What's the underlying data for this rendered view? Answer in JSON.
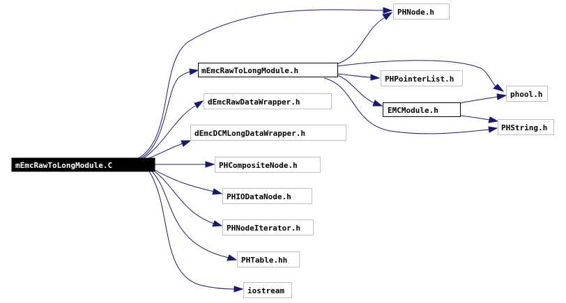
{
  "diagram": {
    "colors": {
      "edge": "#191970",
      "root_fill": "#000000",
      "root_text": "#ffffff",
      "node_border_grey": "#bfbfbf",
      "node_border_black": "#000000"
    },
    "nodes": [
      {
        "id": "root",
        "label": "mEmcRawToLongModule.C",
        "style": "root"
      },
      {
        "id": "phnode",
        "label": "PHNode.h",
        "style": "grey"
      },
      {
        "id": "memcraw",
        "label": "mEmcRawToLongModule.h",
        "style": "black"
      },
      {
        "id": "phpointerlist",
        "label": "PHPointerList.h",
        "style": "grey"
      },
      {
        "id": "phool",
        "label": "phool.h",
        "style": "grey"
      },
      {
        "id": "demcrawdata",
        "label": "dEmcRawDataWrapper.h",
        "style": "grey"
      },
      {
        "id": "emcmodule",
        "label": "EMCModule.h",
        "style": "black"
      },
      {
        "id": "phstring",
        "label": "PHString.h",
        "style": "grey"
      },
      {
        "id": "demcdcm",
        "label": "dEmcDCMLongDataWrapper.h",
        "style": "grey"
      },
      {
        "id": "phcomposite",
        "label": "PHCompositeNode.h",
        "style": "grey"
      },
      {
        "id": "phiodatanode",
        "label": "PHIODataNode.h",
        "style": "grey"
      },
      {
        "id": "phnodeiterator",
        "label": "PHNodeIterator.h",
        "style": "grey"
      },
      {
        "id": "phtable",
        "label": "PHTable.hh",
        "style": "grey"
      },
      {
        "id": "iostream",
        "label": "iostream",
        "style": "grey"
      }
    ],
    "edges": [
      {
        "from": "mEmcRawToLongModule.C",
        "to": "PHNode.h"
      },
      {
        "from": "mEmcRawToLongModule.C",
        "to": "mEmcRawToLongModule.h"
      },
      {
        "from": "mEmcRawToLongModule.C",
        "to": "dEmcRawDataWrapper.h"
      },
      {
        "from": "mEmcRawToLongModule.C",
        "to": "dEmcDCMLongDataWrapper.h"
      },
      {
        "from": "mEmcRawToLongModule.C",
        "to": "PHCompositeNode.h"
      },
      {
        "from": "mEmcRawToLongModule.C",
        "to": "PHIODataNode.h"
      },
      {
        "from": "mEmcRawToLongModule.C",
        "to": "PHNodeIterator.h"
      },
      {
        "from": "mEmcRawToLongModule.C",
        "to": "PHTable.hh"
      },
      {
        "from": "mEmcRawToLongModule.C",
        "to": "iostream"
      },
      {
        "from": "mEmcRawToLongModule.h",
        "to": "PHNode.h"
      },
      {
        "from": "mEmcRawToLongModule.h",
        "to": "PHPointerList.h"
      },
      {
        "from": "mEmcRawToLongModule.h",
        "to": "phool.h"
      },
      {
        "from": "mEmcRawToLongModule.h",
        "to": "EMCModule.h"
      },
      {
        "from": "mEmcRawToLongModule.h",
        "to": "PHString.h"
      },
      {
        "from": "EMCModule.h",
        "to": "phool.h"
      },
      {
        "from": "EMCModule.h",
        "to": "PHString.h"
      }
    ]
  }
}
